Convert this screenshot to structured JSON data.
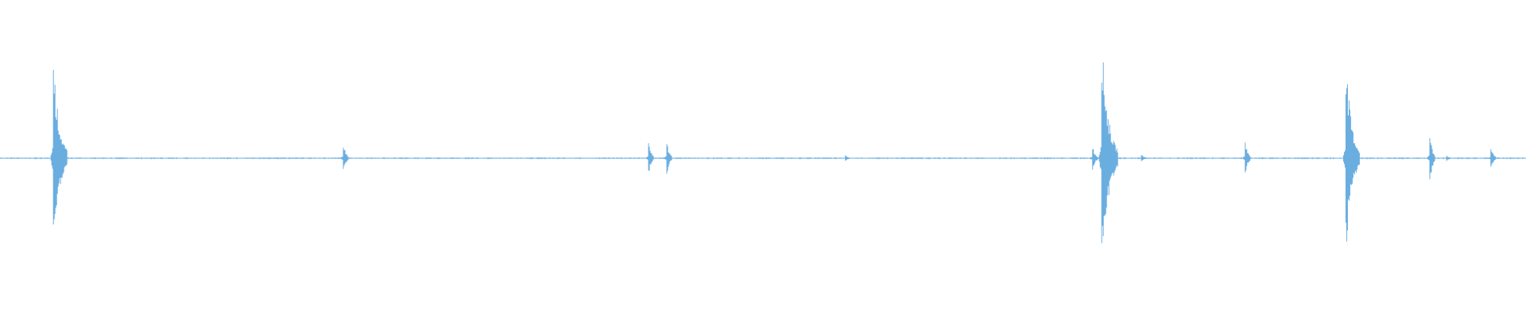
{
  "waveform": {
    "color": "#6aaee0",
    "baseline_amplitude": 0.005,
    "events": [
      {
        "t": 0.035,
        "amp": 0.7
      },
      {
        "t": 0.225,
        "amp": 0.11
      },
      {
        "t": 0.425,
        "amp": 0.12
      },
      {
        "t": 0.437,
        "amp": 0.12
      },
      {
        "t": 0.554,
        "amp": 0.02
      },
      {
        "t": 0.716,
        "amp": 0.09
      },
      {
        "t": 0.722,
        "amp": 0.83
      },
      {
        "t": 0.748,
        "amp": 0.03
      },
      {
        "t": 0.816,
        "amp": 0.13
      },
      {
        "t": 0.882,
        "amp": 0.7
      },
      {
        "t": 0.937,
        "amp": 0.18
      },
      {
        "t": 0.948,
        "amp": 0.02
      },
      {
        "t": 0.977,
        "amp": 0.08
      }
    ]
  }
}
